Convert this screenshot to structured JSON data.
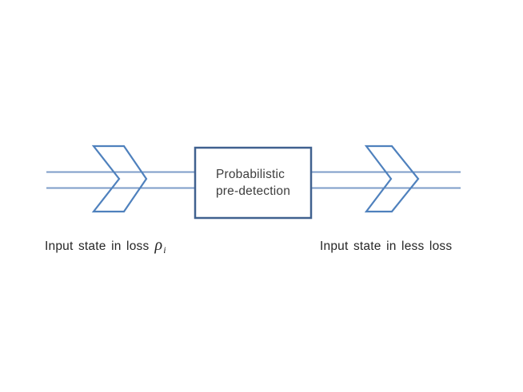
{
  "diagram": {
    "process_box": {
      "line1": "Probabilistic",
      "line2": "pre-detection"
    },
    "left_caption": {
      "text": "Input state in loss",
      "symbol": "ρ",
      "subscript": "i"
    },
    "right_caption": {
      "text": "Input state in less loss"
    },
    "colors": {
      "channel_line": "#7d9cc8",
      "chevron_outline": "#4f81bd",
      "box_border": "#40618f",
      "box_fill": "#ffffff",
      "box_text": "#3d3d3d",
      "caption_text": "#262626",
      "background": "#ffffff"
    }
  }
}
